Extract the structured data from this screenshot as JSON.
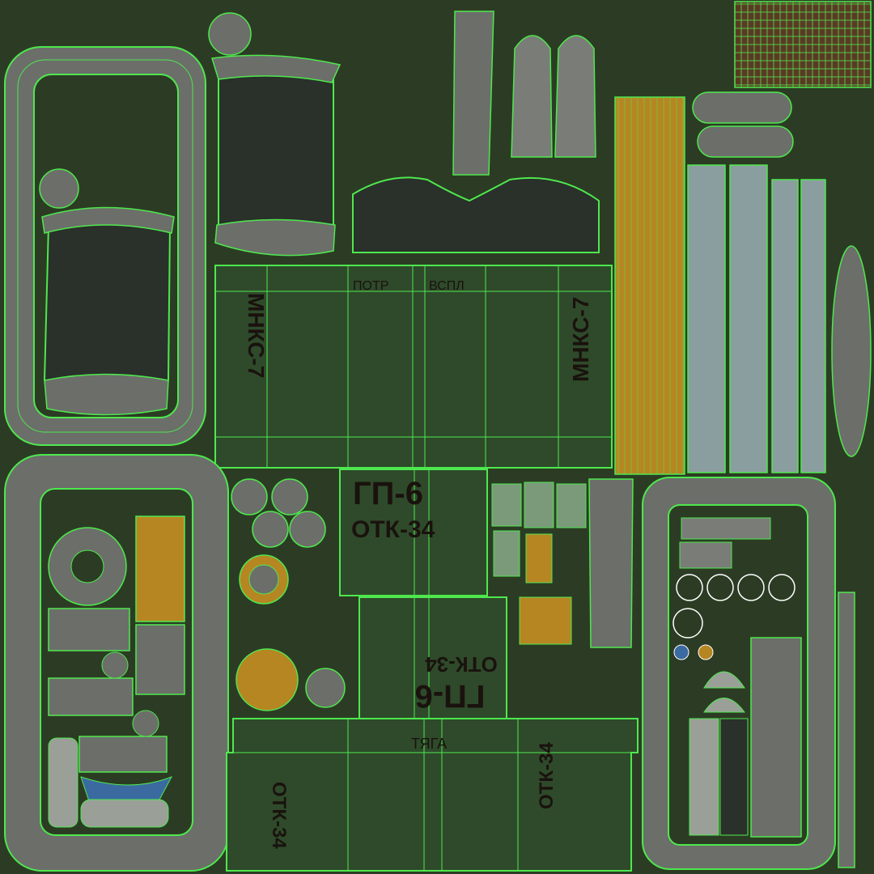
{
  "atlas": {
    "background_color": "#2c3c24",
    "wire_color": "#4ee84e",
    "vertex_color": "#ffffff",
    "shell_gray": "#6c6e6a",
    "fabric_dark": "#2a302a",
    "olive": "#2e4a2a",
    "ochre": "#b68622",
    "slate": "#8a9ea0",
    "brick": "#5a3a24"
  },
  "stencils": {
    "mnks_left": "МНКС-7",
    "mnks_right": "МНКС-7",
    "potr": "ПОТР",
    "vspl": "ВСПЛ",
    "gp_top": "ГП-6",
    "otk_top": "ОТК-34",
    "gp_bottom": "ГП-6",
    "otk_bottom": "ОТК-34",
    "tyaga": "ТЯГА",
    "otk_left": "ОТК-34",
    "otk_right": "ОТК-34"
  }
}
